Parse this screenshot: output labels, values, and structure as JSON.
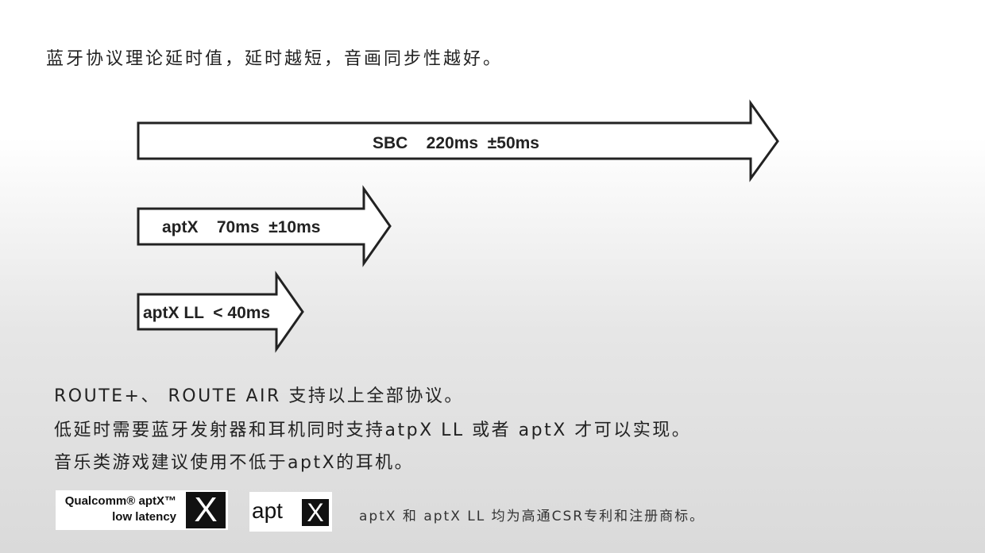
{
  "title": "蓝牙协议理论延时值，延时越短，音画同步性越好。",
  "arrows": [
    {
      "label": "SBC    220ms  ±50ms"
    },
    {
      "label": "aptX    70ms  ±10ms"
    },
    {
      "label": "aptX LL  < 40ms"
    }
  ],
  "lines": [
    "ROUTE+、 ROUTE AIR 支持以上全部协议。",
    "低延时需要蓝牙发射器和耳机同时支持atpX LL 或者 aptX 才可以实现。",
    "音乐类游戏建议使用不低于aptX的耳机。"
  ],
  "logos": {
    "qualcomm_line1": "Qualcomm® aptX™",
    "qualcomm_line2": "low latency",
    "aptx_text": "apt",
    "x_mark": "X"
  },
  "note": "aptX  和 aptX LL 均为高通CSR专利和注册商标。"
}
